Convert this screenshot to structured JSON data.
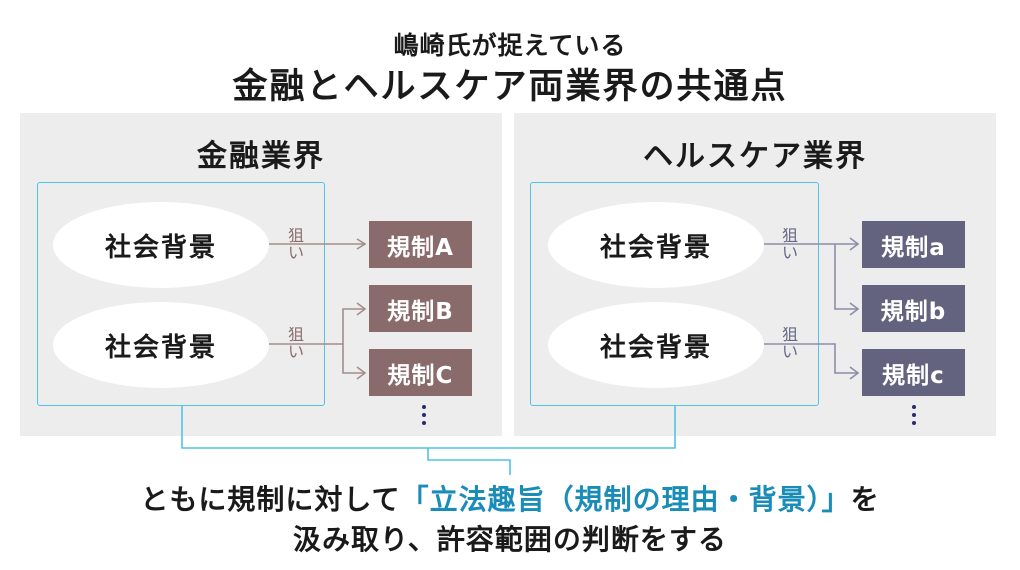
{
  "header": {
    "subtitle": "嶋崎氏が捉えている",
    "title": "金融とヘルスケア両業界の共通点"
  },
  "colors": {
    "panel_bg": "#ededed",
    "frame_line": "#4fc3e8",
    "finance_accent": "#8a6b6b",
    "healthcare_accent": "#63637f",
    "highlight_text": "#1a8cb8"
  },
  "panels": {
    "finance": {
      "title": "金融業界",
      "backgrounds": [
        {
          "label": "社会背景",
          "aim": "狙い"
        },
        {
          "label": "社会背景",
          "aim": "狙い"
        }
      ],
      "regulations": [
        "規制A",
        "規制B",
        "規制C"
      ],
      "more": "⋮"
    },
    "healthcare": {
      "title": "ヘルスケア業界",
      "backgrounds": [
        {
          "label": "社会背景",
          "aim": "狙い"
        },
        {
          "label": "社会背景",
          "aim": "狙い"
        }
      ],
      "regulations": [
        "規制a",
        "規制b",
        "規制c"
      ],
      "more": "⋮"
    }
  },
  "conclusion": {
    "line1_prefix": "ともに規制に対して",
    "line1_highlight": "「立法趣旨（規制の理由・背景）」",
    "line1_suffix": "を",
    "line2": "汲み取り、許容範囲の判断をする"
  }
}
